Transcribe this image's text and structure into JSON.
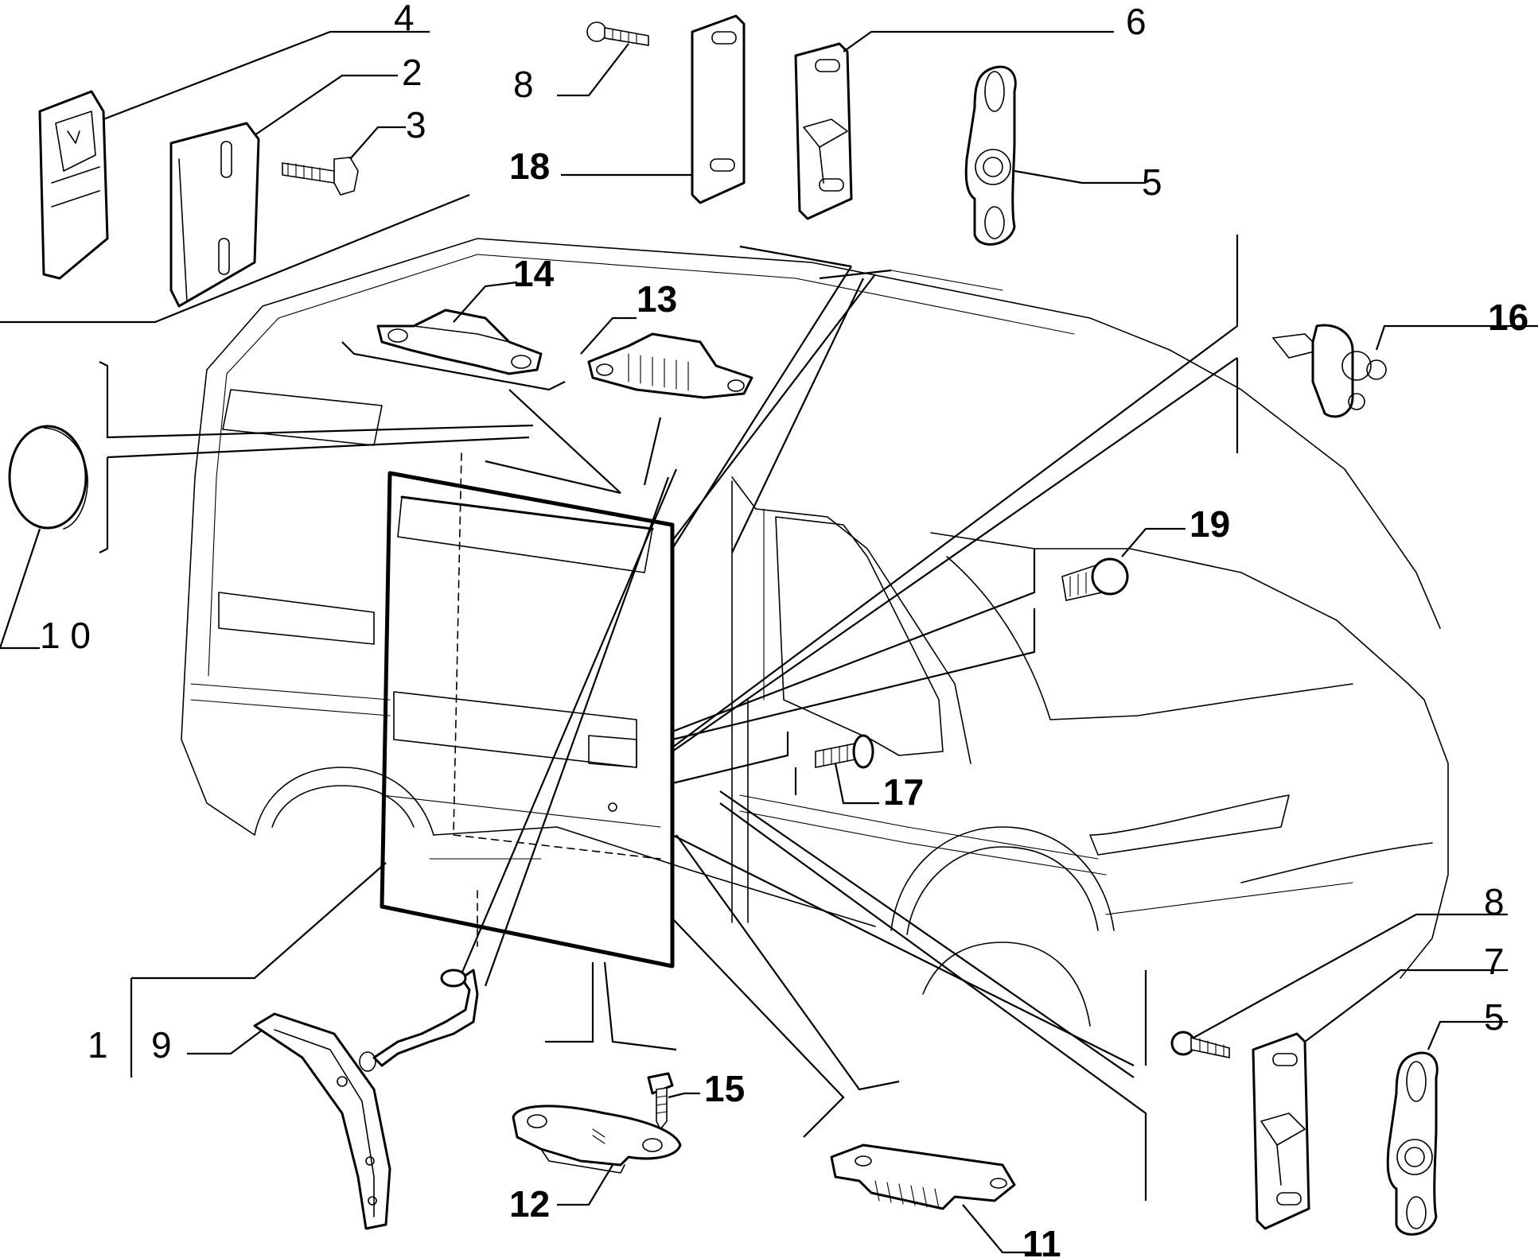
{
  "callouts": {
    "c1": "1",
    "c2": "2",
    "c3": "3",
    "c4": "4",
    "c5a": "5",
    "c5b": "5",
    "c6": "6",
    "c7": "7",
    "c8a": "8",
    "c8b": "8",
    "c9": "9",
    "c10": "1 0",
    "c11": "11",
    "c12": "12",
    "c13": "13",
    "c14": "14",
    "c15": "15",
    "c16": "16",
    "c17": "17",
    "c18": "18",
    "c19": "19"
  }
}
